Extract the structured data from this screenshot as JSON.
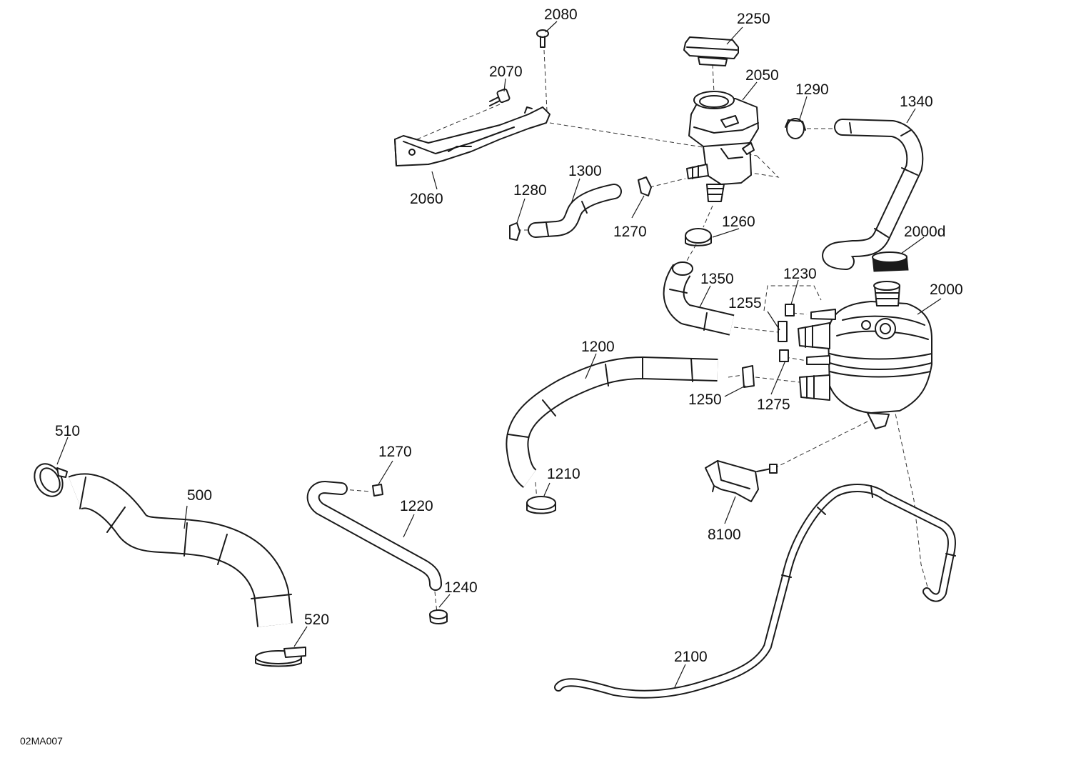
{
  "diagram": {
    "reference_code": "02MA007",
    "callouts": {
      "c2080": "2080",
      "c2250": "2250",
      "c2070": "2070",
      "c2050": "2050",
      "c1290": "1290",
      "c1340": "1340",
      "c1300": "1300",
      "c2060": "2060",
      "c1280": "1280",
      "c1270a": "1270",
      "c1260": "1260",
      "c2000d": "2000d",
      "c1350": "1350",
      "c1230": "1230",
      "c2000": "2000",
      "c1255": "1255",
      "c1200": "1200",
      "c1250": "1250",
      "c1275": "1275",
      "c510": "510",
      "c1270b": "1270",
      "c500": "500",
      "c1220": "1220",
      "c1210": "1210",
      "c8100": "8100",
      "c1240": "1240",
      "c520": "520",
      "c2100": "2100"
    }
  }
}
